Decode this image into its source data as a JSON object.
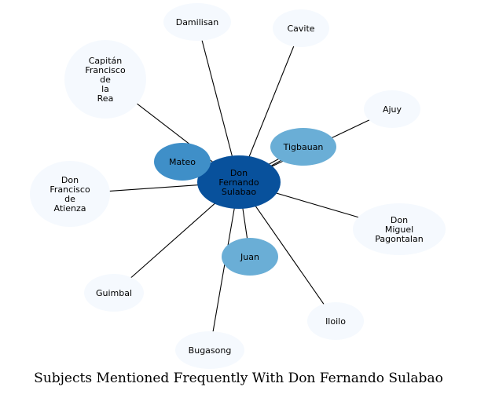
{
  "caption": "Subjects Mentioned Frequently With Don Fernando Sulabao",
  "colors": {
    "center": "#08519c",
    "strong": "#3f8fc8",
    "medium": "#6aaed6",
    "weak": "#f5f9fe",
    "edge": "#000000"
  },
  "graph": {
    "center": {
      "id": "fernando",
      "label_lines": [
        "Don",
        "Fernando",
        "Sulabao"
      ],
      "tone": "center"
    },
    "nodes": [
      {
        "id": "damilisan",
        "label_lines": [
          "Damilisan"
        ],
        "tone": "weak"
      },
      {
        "id": "cavite",
        "label_lines": [
          "Cavite"
        ],
        "tone": "weak"
      },
      {
        "id": "capitan",
        "label_lines": [
          "Capitán",
          "Francisco",
          "de",
          "la",
          "Rea"
        ],
        "tone": "weak"
      },
      {
        "id": "ajuy",
        "label_lines": [
          "Ajuy"
        ],
        "tone": "weak"
      },
      {
        "id": "tigbauan",
        "label_lines": [
          "Tigbauan"
        ],
        "tone": "medium"
      },
      {
        "id": "mateo",
        "label_lines": [
          "Mateo"
        ],
        "tone": "strong"
      },
      {
        "id": "atienza",
        "label_lines": [
          "Don",
          "Francisco",
          "de",
          "Atienza"
        ],
        "tone": "weak"
      },
      {
        "id": "pagontalan",
        "label_lines": [
          "Don",
          "Miguel",
          "Pagontalan"
        ],
        "tone": "weak"
      },
      {
        "id": "juan",
        "label_lines": [
          "Juan"
        ],
        "tone": "medium"
      },
      {
        "id": "guimbal",
        "label_lines": [
          "Guimbal"
        ],
        "tone": "weak"
      },
      {
        "id": "iloilo",
        "label_lines": [
          "Iloilo"
        ],
        "tone": "weak"
      },
      {
        "id": "bugasong",
        "label_lines": [
          "Bugasong"
        ],
        "tone": "weak"
      }
    ],
    "edges": [
      {
        "source": "fernando",
        "target": "damilisan"
      },
      {
        "source": "fernando",
        "target": "cavite"
      },
      {
        "source": "fernando",
        "target": "capitan"
      },
      {
        "source": "fernando",
        "target": "ajuy"
      },
      {
        "source": "fernando",
        "target": "tigbauan",
        "double": true
      },
      {
        "source": "fernando",
        "target": "mateo"
      },
      {
        "source": "fernando",
        "target": "atienza"
      },
      {
        "source": "fernando",
        "target": "pagontalan"
      },
      {
        "source": "fernando",
        "target": "juan"
      },
      {
        "source": "fernando",
        "target": "guimbal"
      },
      {
        "source": "fernando",
        "target": "iloilo"
      },
      {
        "source": "fernando",
        "target": "bugasong"
      }
    ]
  }
}
